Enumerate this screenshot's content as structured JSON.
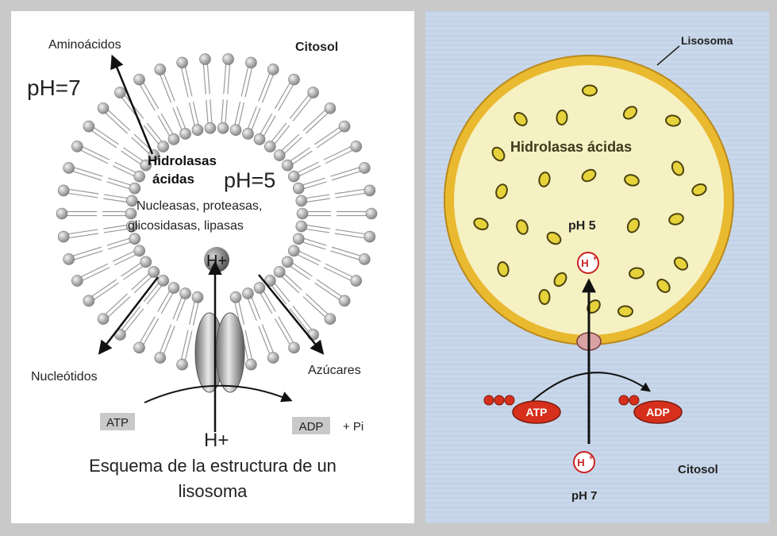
{
  "left_panel": {
    "labels": {
      "aminoacidos": "Aminoácidos",
      "citosol": "Citosol",
      "ph7": "pH=7",
      "ph5": "pH=5",
      "hidrolasas": "Hidrolasas",
      "acidas": "ácidas",
      "enzymes_line1": "Nucleasas, proteasas,",
      "enzymes_line2": "glicosidasas, lipasas",
      "proton_ball": "H+",
      "nucleotidos": "Nucleótidos",
      "azucares": "Azúcares",
      "atp": "ATP",
      "adp": "ADP",
      "pi": "+ Pi",
      "h_plus": "H+"
    },
    "caption_line1": "Esquema de la estructura de un",
    "caption_line2": "lisosoma"
  },
  "right_panel": {
    "labels": {
      "lisosoma": "Lisosoma",
      "hidrolasas": "Hidrolasas ácidas",
      "ph5": "pH 5",
      "h_inside": "H",
      "h_outside": "H",
      "plus": "+",
      "atp": "ATP",
      "adp": "ADP",
      "citosol": "Citosol",
      "ph7": "pH 7"
    }
  },
  "colors": {
    "membrane_yellow": "#e9b930",
    "lumen": "#f6f1c3",
    "enzyme": "#e6d23a",
    "atp_red": "#d6301c",
    "background_blue": "#c9d7ea"
  }
}
